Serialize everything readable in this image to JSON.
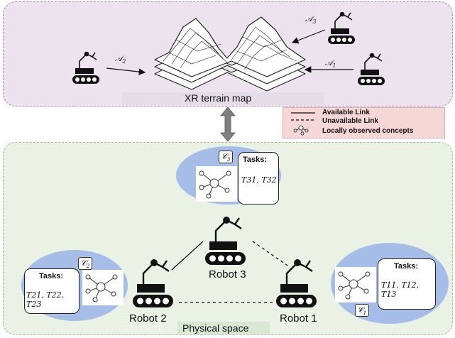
{
  "xr_map": {
    "label": "XR terrain map",
    "links": [
      "𝒜",
      "𝒜",
      "𝒜"
    ],
    "link_subs": [
      "1",
      "2",
      "3"
    ]
  },
  "legend": {
    "items": [
      "Available Link",
      "Unavailable Link",
      "Locally observed concepts"
    ]
  },
  "physical_space": {
    "label": "Physical space",
    "robots": [
      "Robot 1",
      "Robot 2",
      "Robot 3"
    ],
    "concept_badges": [
      "𝒞",
      "𝒞",
      "𝒞"
    ],
    "badge_subs": [
      "1",
      "2",
      "3"
    ],
    "tasks_title": "Tasks:",
    "robot1_tasks": [
      "T11",
      "T12",
      "T13"
    ],
    "robot2_tasks": [
      "T21",
      "T22",
      "T23"
    ],
    "robot3_tasks": [
      "T31",
      "T32"
    ]
  },
  "colors": {
    "xr_panel": "#ece3ef",
    "physical_panel": "#e9f2e4",
    "ellipse": "#a6bde7",
    "legend_bg": "#f6d7d7",
    "arrow": "#808080"
  },
  "icons": [
    "robot-icon",
    "knowledge-graph-icon",
    "terrain-map-icon",
    "double-arrow-icon"
  ]
}
